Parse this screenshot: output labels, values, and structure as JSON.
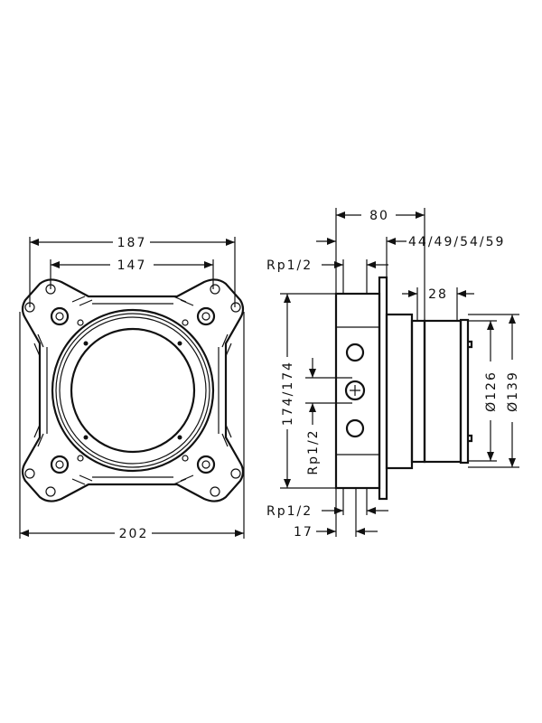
{
  "front_view": {
    "dim_top_outer": "187",
    "dim_top_inner": "147",
    "dim_bottom": "202"
  },
  "side_view": {
    "dim_depth": "80",
    "dim_wall_depths": "44/49/54/59",
    "dim_thread_top": "Rp1/2",
    "dim_28": "28",
    "dim_height": "174/174",
    "dim_thread_side": "Rp1/2",
    "dim_d126": "Ø126",
    "dim_d139": "Ø139",
    "dim_thread_bottom": "Rp1/2",
    "dim_17": "17"
  },
  "colors": {
    "line": "#111111",
    "background": "#ffffff"
  }
}
